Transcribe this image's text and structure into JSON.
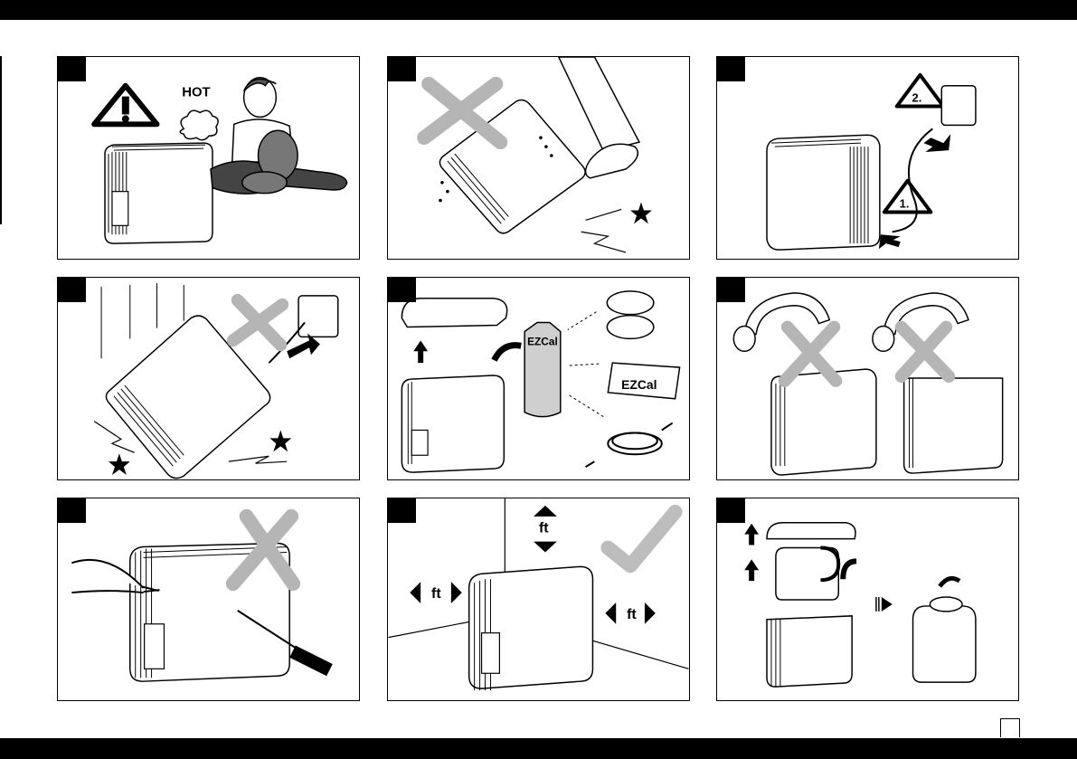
{
  "panels": [
    {
      "id": 1,
      "labels": {
        "hot": "HOT"
      }
    },
    {
      "id": 2
    },
    {
      "id": 3,
      "labels": {
        "step1": "1.",
        "step2": "2."
      }
    },
    {
      "id": 4
    },
    {
      "id": 5,
      "labels": {
        "brand1": "EZCal",
        "brand2": "EZCal"
      }
    },
    {
      "id": 6
    },
    {
      "id": 7
    },
    {
      "id": 8,
      "labels": {
        "ft_top": "ft",
        "ft_left": "ft",
        "ft_right": "ft"
      }
    },
    {
      "id": 9
    }
  ],
  "colors": {
    "cross": "#b5b5b5",
    "check": "#bdbdbd",
    "ink": "#000000"
  }
}
